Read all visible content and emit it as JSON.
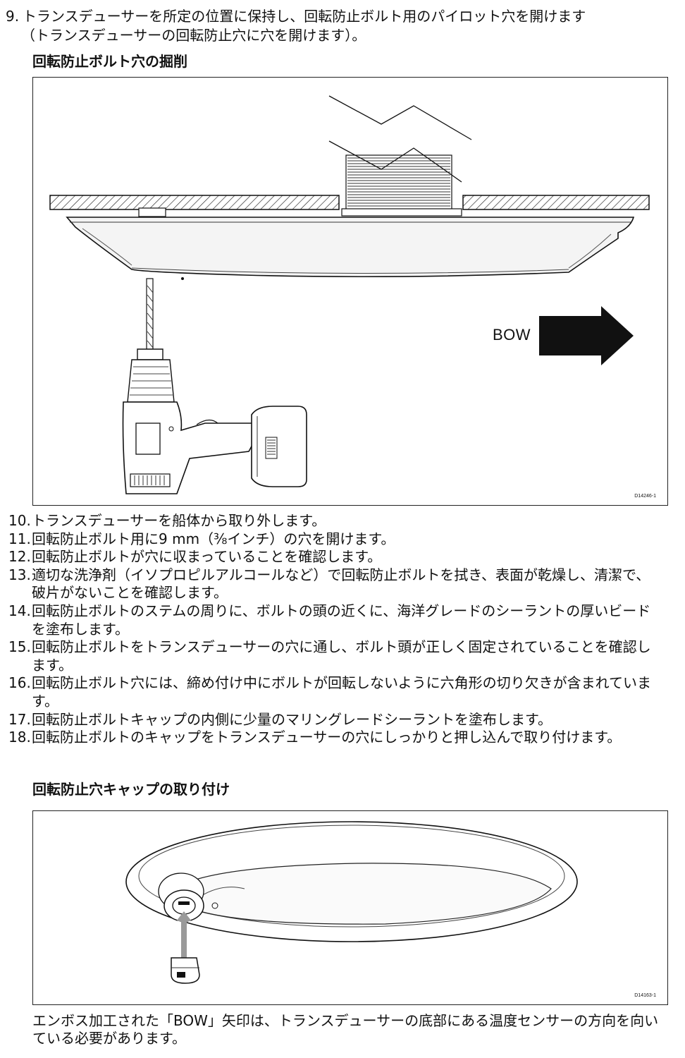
{
  "step9": {
    "number": "9.",
    "line1": "トランスデューサーを所定の位置に保持し、回転防止ボルト用のパイロット穴を開けます",
    "line2": "（トランスデューサーの回転防止穴に穴を開けます）。"
  },
  "figure1": {
    "heading": "回転防止ボルト穴の掘削",
    "bow_label": "BOW",
    "figure_id": "D14246-1"
  },
  "steps": [
    {
      "number": "10.",
      "text": "トランスデューサーを船体から取り外します。"
    },
    {
      "number": "11.",
      "text": "回転防止ボルト用に9 mm（⅜インチ）の穴を開けます。"
    },
    {
      "number": "12.",
      "text": "回転防止ボルトが穴に収まっていることを確認します。"
    },
    {
      "number": "13.",
      "text": "適切な洗浄剤（イソプロピルアルコールなど）で回転防止ボルトを拭き、表面が乾燥し、清潔で、破片がないことを確認します。"
    },
    {
      "number": "14.",
      "text": "回転防止ボルトのステムの周りに、ボルトの頭の近くに、海洋グレードのシーラントの厚いビードを塗布します。"
    },
    {
      "number": "15.",
      "text": "回転防止ボルトをトランスデューサーの穴に通し、ボルト頭が正しく固定されていることを確認します。"
    },
    {
      "number": "16.",
      "text": "回転防止ボルト穴には、締め付け中にボルトが回転しないように六角形の切り欠きが含まれています。"
    },
    {
      "number": "17.",
      "text": "回転防止ボルトキャップの内側に少量のマリングレードシーラントを塗布します。"
    },
    {
      "number": "18.",
      "text": "回転防止ボルトのキャップをトランスデューサーの穴にしっかりと押し込んで取り付けます。"
    }
  ],
  "figure2": {
    "heading": "回転防止穴キャップの取り付け",
    "figure_id": "D14163-1"
  },
  "note": "エンボス加工された「BOW」矢印は、トランスデューサーの底部にある温度センサーの方向を向いている必要があります。"
}
